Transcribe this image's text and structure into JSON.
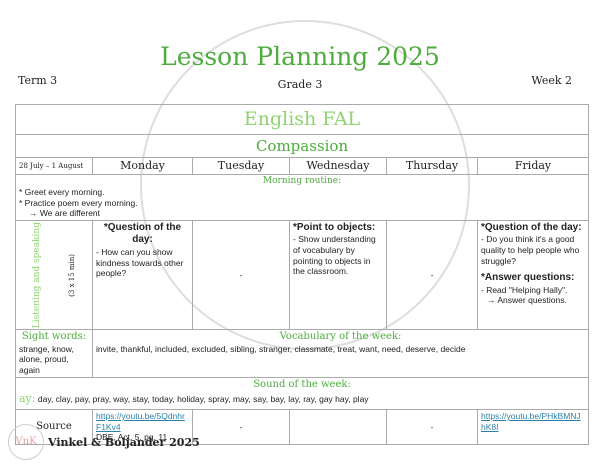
{
  "header": {
    "title": "Lesson Planning 2025",
    "term": "Term 3",
    "grade": "Grade 3",
    "week": "Week 2"
  },
  "table": {
    "subject": "English FAL",
    "theme": "Compassion",
    "dates": "28 July – 1 August",
    "days": [
      "Monday",
      "Tuesday",
      "Wednesday",
      "Thursday",
      "Friday"
    ],
    "morning": {
      "heading": "Morning routine:",
      "lines": [
        "* Greet every morning.",
        "* Practice poem every morning.",
        "→ We are different"
      ]
    },
    "listening": {
      "label": "Listening and speaking",
      "duration": "(3 x 15 min)",
      "monday": {
        "heading": "*Question of the day:",
        "text": "- How can you show kindness towards other people?"
      },
      "tuesday": "-",
      "wednesday": {
        "heading": "*Point to objects:",
        "text": "- Show understanding of vocabulary by pointing to objects in the classroom."
      },
      "thursday": "-",
      "friday": {
        "heading": "*Question of the day:",
        "text": "- Do you think it's a good quality to help people who struggle?",
        "heading2": "*Answer questions:",
        "text2": "- Read \"Helping Hally\".",
        "text3": "→ Answer questions."
      }
    },
    "sight": {
      "heading": "Sight words:",
      "words": "strange, know, alone, proud, again"
    },
    "vocab": {
      "heading": "Vocabulary of the week:",
      "words": "invite, thankful, included, excluded, sibling, stranger, classmate, treat, want, need, deserve, decide"
    },
    "sound": {
      "heading": "Sound of the week:",
      "sound": "ay:",
      "words": "day, clay, pay, pray, way, stay, today, holiday, spray, may, say, bay, lay, ray, gay hay, play"
    },
    "source": {
      "label": "Source",
      "monday_link": "https://youtu.be/5QdnhrF1Kv4",
      "monday_note": "DBE, Act. 5, pg. 11",
      "tuesday": "-",
      "thursday": "-",
      "friday_link": "https://youtu.be/PHkBMNJhK8I"
    }
  },
  "footer": {
    "credit": "Vinkel & Boljander 2025",
    "logo_text": "VnK"
  },
  "colors": {
    "accent": "#4cad3c",
    "link": "#2a7fa8"
  }
}
